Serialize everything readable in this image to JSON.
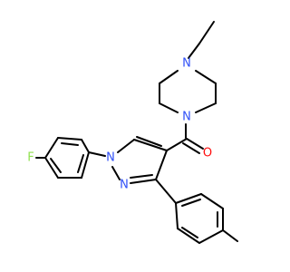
{
  "molecule": {
    "atoms": [
      {
        "id": "n_pip_top",
        "label": "N",
        "color": "#3050f8"
      },
      {
        "id": "n_pip_bottom",
        "label": "N",
        "color": "#3050f8"
      },
      {
        "id": "o_carbonyl",
        "label": "O",
        "color": "#ff0d0d"
      },
      {
        "id": "n_pyrazole_1",
        "label": "N",
        "color": "#3050f8"
      },
      {
        "id": "n_pyrazole_2",
        "label": "N",
        "color": "#3050f8"
      },
      {
        "id": "f_fluoro",
        "label": "F",
        "color": "#90e050"
      }
    ],
    "bond_color": "#000000",
    "background": "#ffffff"
  }
}
